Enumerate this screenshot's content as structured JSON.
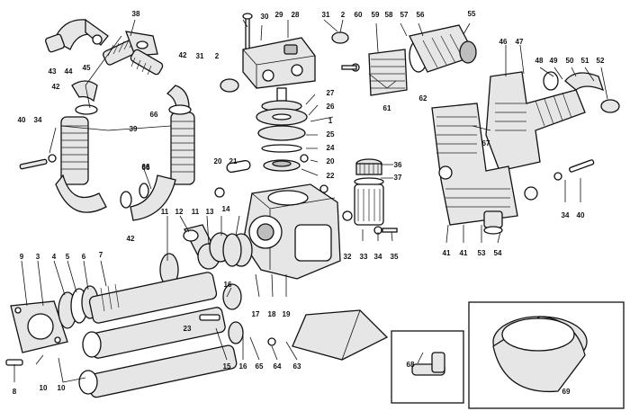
{
  "part_numbers": [
    "38",
    "30",
    "29",
    "28",
    "31",
    "2",
    "60",
    "59",
    "58",
    "57",
    "56",
    "55",
    "43",
    "44",
    "45",
    "42",
    "31",
    "2",
    "42",
    "66",
    "46",
    "47",
    "48",
    "49",
    "50",
    "51",
    "52",
    "27",
    "26",
    "1",
    "25",
    "24",
    "20",
    "22",
    "61",
    "62",
    "40",
    "34",
    "39",
    "66",
    "67",
    "36",
    "37",
    "20",
    "21",
    "66",
    "42",
    "11",
    "12",
    "13",
    "14",
    "11",
    "32",
    "33",
    "34",
    "35",
    "41",
    "41",
    "53",
    "54",
    "34",
    "40",
    "9",
    "3",
    "4",
    "5",
    "6",
    "7",
    "16",
    "17",
    "18",
    "19",
    "23",
    "15",
    "16",
    "65",
    "64",
    "63",
    "8",
    "10",
    "10",
    "68",
    "69"
  ]
}
